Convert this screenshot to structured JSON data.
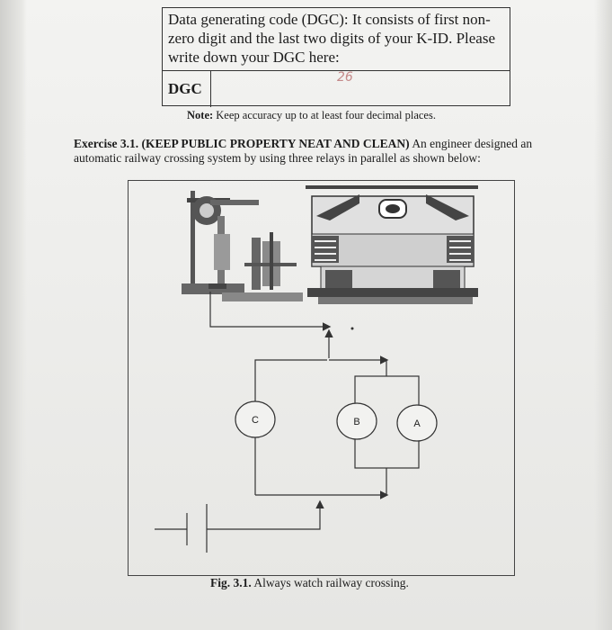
{
  "dgc_box": {
    "instruction": "Data generating code (DGC): It consists of first non-zero digit and the last two digits of your K-ID. Please write down your DGC here:",
    "label": "DGC",
    "handwritten_value": "26"
  },
  "note": {
    "label": "Note:",
    "text": "Keep accuracy up to at least four decimal places."
  },
  "exercise": {
    "number": "Exercise 3.1.",
    "title": "(KEEP PUBLIC PROPERTY NEAT AND CLEAN)",
    "line1_rest": "An engineer designed an",
    "line2": "automatic railway crossing system by using three relays in parallel as shown below:"
  },
  "figure": {
    "relays": [
      {
        "label": "C"
      },
      {
        "label": "B"
      },
      {
        "label": "A"
      }
    ],
    "caption_number": "Fig. 3.1.",
    "caption_text": "Always watch railway crossing."
  }
}
